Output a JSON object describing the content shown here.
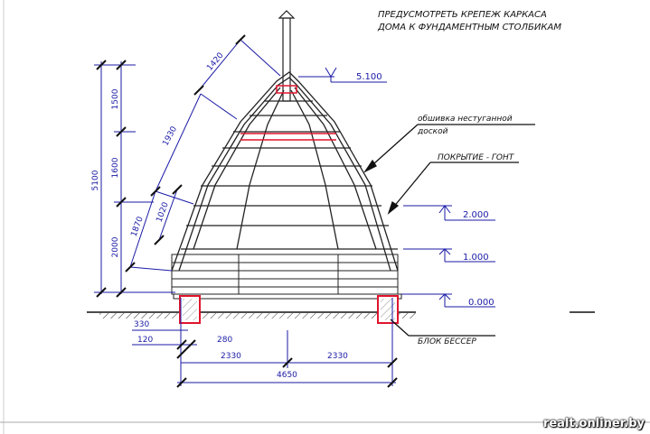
{
  "notes": {
    "title_line1": "ПРЕДУСМОТРЕТЬ  КРЕПЕЖ КАРКАСА",
    "title_line2": "ДОМА К ФУНДАМЕНТНЫМ СТОЛБИКАМ",
    "cladding_line1": "обшивка нестуганной",
    "cladding_line2": "доской",
    "roofing": "ПОКРЫТИЕ  -  ГОНТ",
    "block": "БЛОК  БЕССЕР"
  },
  "levels": [
    "5.100",
    "2.000",
    "1.000",
    "0.000"
  ],
  "dims": {
    "total_height": "5100",
    "h_1500": "1500",
    "h_1600": "1600",
    "h_2000": "2000",
    "slope_1420": "1420",
    "slope_1930": "1930",
    "slope_1870": "1870",
    "slope_1020": "1020",
    "offset_330": "330",
    "offset_120": "120",
    "offset_280": "280",
    "half_left": "2330",
    "half_right": "2330",
    "total_width": "4650"
  },
  "watermark": "realt.onliner.by",
  "colors": {
    "line": "#1a1a1a",
    "dim": "#1a1aa6",
    "accent": "#e0142c"
  }
}
